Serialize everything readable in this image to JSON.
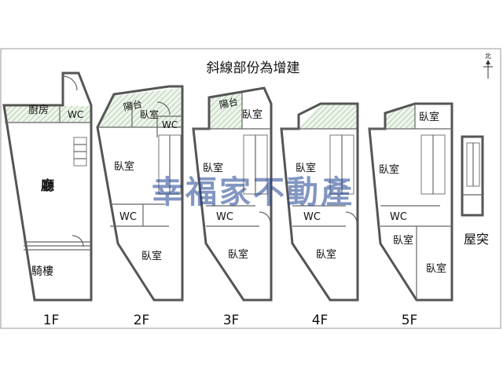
{
  "title": "斜線部份為增建",
  "north": "北",
  "watermark": "幸福家不動產",
  "floors": [
    {
      "label": "1F",
      "rooms": [
        "廚房",
        "WC",
        "廳",
        "騎樓"
      ]
    },
    {
      "label": "2F",
      "rooms": [
        "陽台",
        "臥室",
        "WC",
        "臥室",
        "WC",
        "臥室"
      ]
    },
    {
      "label": "3F",
      "rooms": [
        "陽台",
        "臥室",
        "臥室",
        "WC",
        "臥室"
      ]
    },
    {
      "label": "4F",
      "rooms": [
        "臥室",
        "WC",
        "臥室"
      ]
    },
    {
      "label": "5F",
      "rooms": [
        "臥室",
        "臥室",
        "WC",
        "臥室",
        "臥室"
      ]
    },
    {
      "label": "屋突",
      "rooms": []
    }
  ],
  "colors": {
    "wall": "#555555",
    "hatch": "#c9dcc6",
    "watermark": "#1e3f8f"
  }
}
